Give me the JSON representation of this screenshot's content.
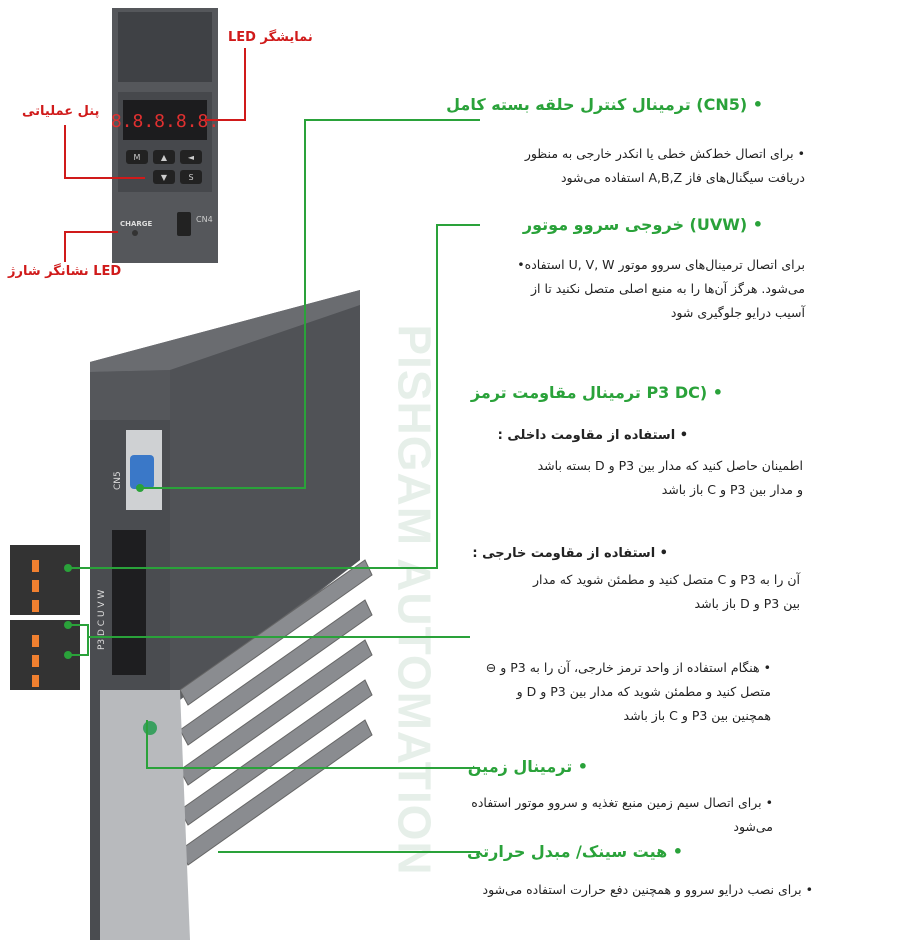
{
  "watermark": "PISHGAM AUTOMATION",
  "panel_labels": {
    "led_display": "نمایشگر LED",
    "operation_panel": "پنل عملیاتی",
    "charge_led": "LED نشانگر شارژ",
    "charge_text": "CHARGE",
    "cn4": "CN4",
    "display_digits": "8.8.8.8.8.",
    "buttons": [
      "M",
      "▲",
      "◄",
      "▼",
      "S"
    ]
  },
  "drive_labels": {
    "cn5": "CN5",
    "terminals": "P3 D C U V W"
  },
  "sections": {
    "cn5": {
      "title": "• (CN5) ترمینال کنترل حلقه بسته کامل",
      "line1": "• برای اتصال خط‌کش خطی یا انکدر خارجی به منظور",
      "line2": "دریافت سیگنال‌های فاز A,B,Z استفاده می‌شود"
    },
    "uvw": {
      "title": "• (UVW) خروجی سروو موتور",
      "line1": "برای اتصال ترمینال‌های سروو موتور U, V, W استفاده•",
      "line2": "می‌شود. هرگز آن‌ها را به منبع اصلی متصل نکنید تا از",
      "line3": "آسیب درایو جلوگیری شود"
    },
    "brake": {
      "title": "• (P3 DC ترمینال مقاومت ترمز",
      "internal_title": "• استفاده از مقاومت داخلی :",
      "internal_line1": "اطمینان حاصل کنید که مدار بین P3 و D بسته باشد",
      "internal_line2": "و مدار بین P3 و C باز باشد",
      "external_title": "• استفاده از مقاومت خارجی :",
      "external_line1": "آن را به P3 و C متصل کنید و مطمئن شوید که مدار",
      "external_line2": "بین P3 و D باز باشد",
      "unit_line1": "• هنگام استفاده از واحد ترمز خارجی، آن را به P3 و ⊖",
      "unit_line2": "متصل کنید و مطمئن شوید که مدار بین P3 و D و",
      "unit_line3": "همچنین بین P3 و C باز باشد"
    },
    "ground": {
      "title": "• ترمینال زمین",
      "line1": "• برای اتصال سیم زمین منبع تغذیه و سروو موتور استفاده",
      "line2": "می‌شود"
    },
    "heatsink": {
      "title": "• هیت سینک/ مبدل حرارتی",
      "line1": "• برای نصب درایو سروو و همچنین دفع حرارت استفاده می‌شود"
    }
  },
  "colors": {
    "green": "#2aa23a",
    "red": "#d01a1a",
    "drive": "#4a4c50"
  }
}
